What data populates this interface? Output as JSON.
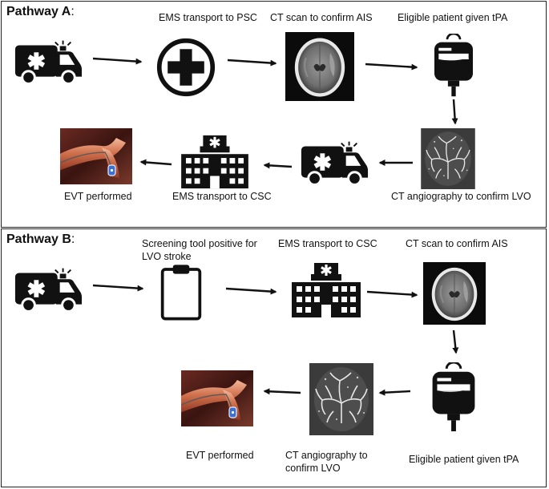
{
  "pathway_a": {
    "title": "Pathway A",
    "title_suffix": ":",
    "steps": {
      "ems_psc": "EMS transport to PSC",
      "ct_ais": "CT scan to confirm AIS",
      "tpa": "Eligible patient given tPA",
      "cta_lvo": "CT angiography to confirm LVO",
      "ems_csc": "EMS transport to CSC",
      "evt": "EVT performed"
    }
  },
  "pathway_b": {
    "title": "Pathway B",
    "title_suffix": ":",
    "steps": {
      "screening": "Screening tool positive for LVO stroke",
      "ems_csc": "EMS transport to CSC",
      "ct_ais": "CT scan to confirm AIS",
      "tpa": "Eligible patient given tPA",
      "cta_lvo": "CT angiography to confirm LVO",
      "evt": "EVT performed"
    }
  },
  "icons": [
    "ambulance-icon",
    "medical-cross-icon",
    "ct-brain-scan-image",
    "iv-blood-bag-icon",
    "ct-angiography-image",
    "hospital-icon",
    "evt-catheter-image",
    "clipboard-icon"
  ],
  "colors": {
    "ink": "#111111",
    "scan_bg": "#0b0b0b",
    "evt_red": "#b84a2e"
  }
}
